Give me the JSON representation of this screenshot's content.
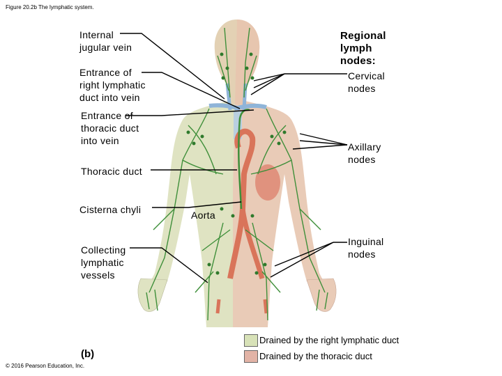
{
  "caption": "Figure 20.2b The lymphatic system.",
  "labels": {
    "internal_jugular": "Internal\njugular vein",
    "right_lymphatic_entrance": "Entrance of\nright lymphatic\nduct into vein",
    "thoracic_entrance": "Entrance of\nthoracic duct\ninto vein",
    "thoracic_duct": "Thoracic duct",
    "cisterna_chyli": "Cisterna chyli",
    "aorta": "Aorta",
    "collecting_vessels": "Collecting\nlymphatic\nvessels",
    "regional_nodes": "Regional\nlymph\nnodes:",
    "cervical": "Cervical\nnodes",
    "axillary": "Axillary\nnodes",
    "inguinal": "Inguinal\nnodes"
  },
  "legend": [
    {
      "label": "Drained by the right lymphatic duct",
      "color": "#d8e2b8"
    },
    {
      "label": "Drained by the thoracic duct",
      "color": "#e2b3a6"
    }
  ],
  "part_label": "(b)",
  "copyright": "© 2016 Pearson Education, Inc.",
  "colors": {
    "skin_right": "#e6c9b0",
    "skin_left_green": "#dfe3c2",
    "lymph": "#3f8f3a",
    "aorta": "#d9745a",
    "vein": "#8fb4d8"
  }
}
